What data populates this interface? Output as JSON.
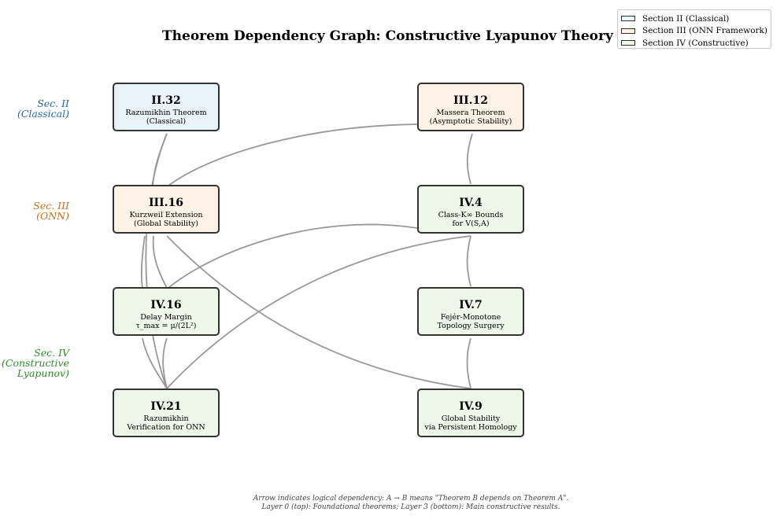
{
  "title": "Theorem Dependency Graph: Constructive Lyapunov Theory via ONN",
  "colors": {
    "section_ii": "#e8f4f8",
    "section_iii": "#fef3e6",
    "section_iv": "#eff8e8",
    "label_ii": "#1f6aa5",
    "label_iii": "#cc6e1a",
    "label_iv": "#2e8b2e",
    "edge": "#999999",
    "border": "#333333"
  },
  "section_labels": [
    {
      "id": "ii",
      "text": "Sec. II\n(Classical)"
    },
    {
      "id": "iii",
      "text": "Sec. III\n(ONN)"
    },
    {
      "id": "iv",
      "text": "Sec. IV\n(Constructive\nLyapunov)"
    }
  ],
  "nodes": [
    {
      "id": "II.32",
      "text": "Razumikhin Theorem\n(Classical)",
      "section": "ii"
    },
    {
      "id": "III.12",
      "text": "Massera Theorem\n(Asymptotic Stability)",
      "section": "iii"
    },
    {
      "id": "III.16",
      "text": "Kurzweil Extension\n(Global Stability)",
      "section": "iii"
    },
    {
      "id": "IV.4",
      "text": "Class-K∞ Bounds\nfor V(S,A)",
      "section": "iv"
    },
    {
      "id": "IV.16",
      "text": "Delay Margin\nτ_max = μ/(2L²)",
      "section": "iv"
    },
    {
      "id": "IV.7",
      "text": "Fejér-Monotone\nTopology Surgery",
      "section": "iv"
    },
    {
      "id": "IV.21",
      "text": "Razumikhin\nVerification for ONN",
      "section": "iv"
    },
    {
      "id": "IV.9",
      "text": "Global Stability\nvia Persistent Homology",
      "section": "iv"
    }
  ],
  "edges": [
    [
      "II.32",
      "III.16"
    ],
    [
      "III.12",
      "III.16"
    ],
    [
      "III.12",
      "IV.4"
    ],
    [
      "II.32",
      "IV.21"
    ],
    [
      "III.16",
      "IV.16"
    ],
    [
      "III.16",
      "IV.21"
    ],
    [
      "III.16",
      "IV.9"
    ],
    [
      "IV.4",
      "IV.16"
    ],
    [
      "IV.4",
      "IV.21"
    ],
    [
      "IV.4",
      "IV.7"
    ],
    [
      "IV.16",
      "IV.21"
    ],
    [
      "IV.7",
      "IV.9"
    ]
  ],
  "legend": [
    {
      "label": "Section II (Classical)",
      "section": "ii"
    },
    {
      "label": "Section III (ONN Framework)",
      "section": "iii"
    },
    {
      "label": "Section IV (Constructive)",
      "section": "iv"
    }
  ],
  "caption": [
    "Arrow indicates logical dependency: A → B means \"Theorem B depends on Theorem A\".",
    "Layer 0 (top): Foundational theorems; Layer 3 (bottom): Main constructive results."
  ]
}
